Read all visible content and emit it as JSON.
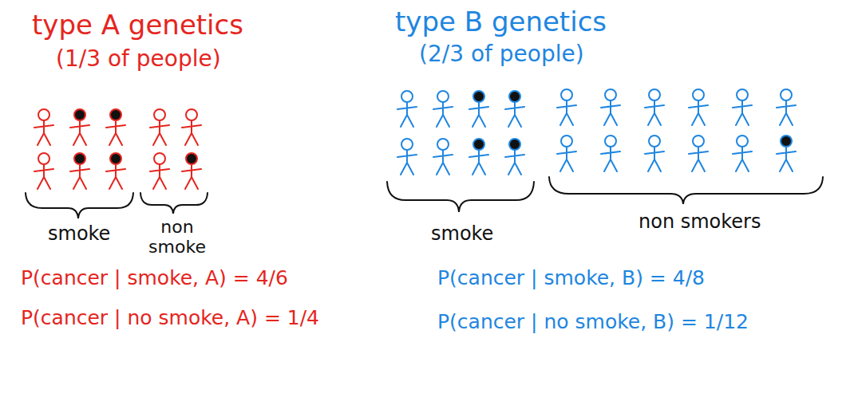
{
  "diagram": {
    "labels": [
      "type A genetics",
      "(1/3 of people)",
      "smoke",
      "non smoke",
      "P(cancer | smoke, A) = 4/6",
      "P(cancer | no smoke, A) = 1/4",
      "type B genetics",
      "(2/3 of people)",
      "smoke",
      "non smokers",
      "P(cancer | smoke, B) = 4/8",
      "P(cancer | no smoke, B) = 1/12"
    ]
  }
}
